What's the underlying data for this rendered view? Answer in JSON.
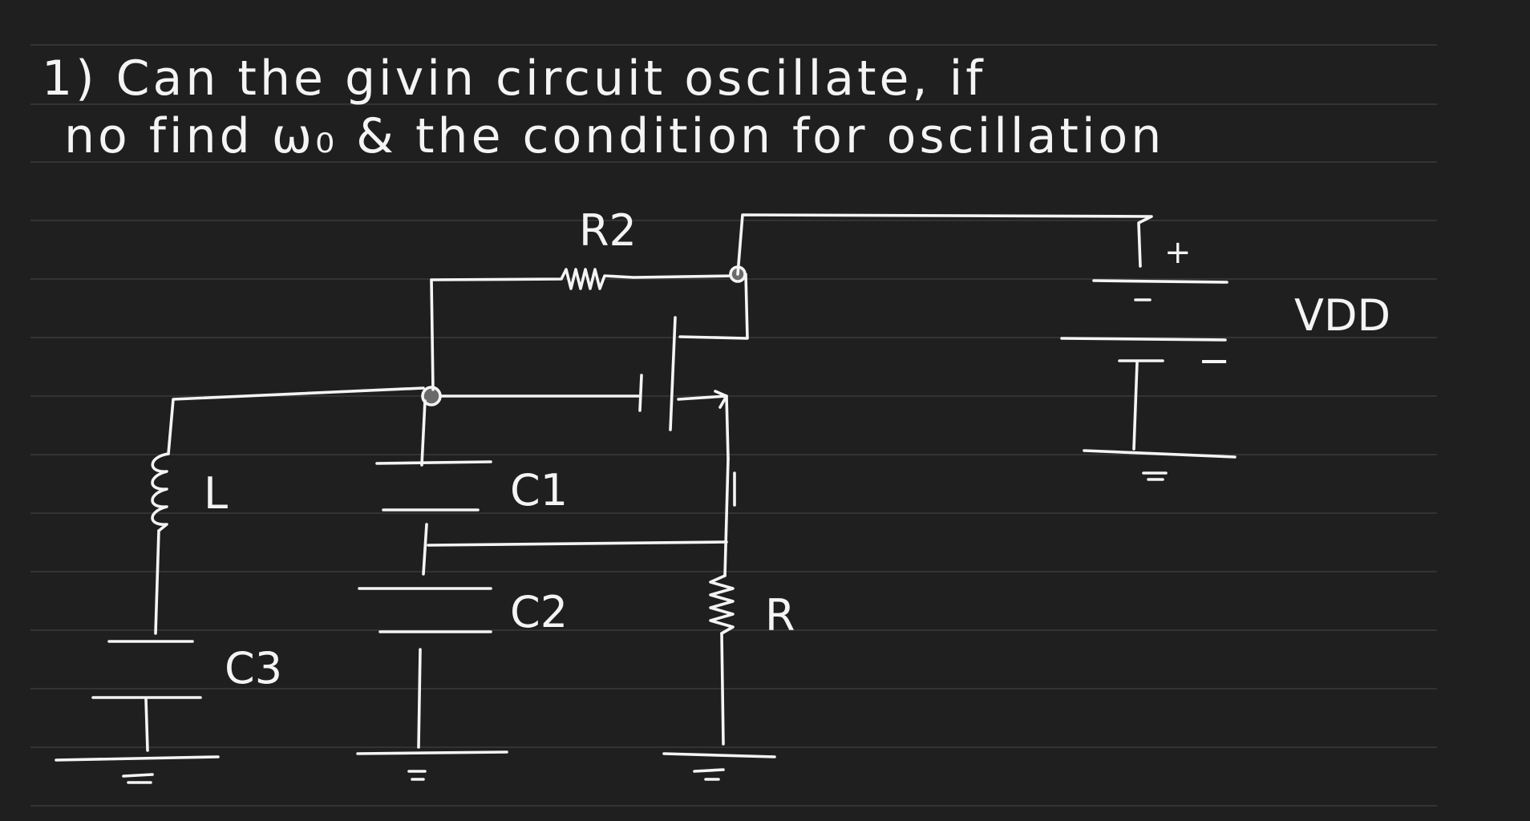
{
  "question": {
    "line1": "1) Can the givin circuit oscillate, if",
    "line2": "no find ω₀ & the condition for oscillation"
  },
  "labels": {
    "r2": "R2",
    "vdd": "VDD",
    "vdd_plus": "+",
    "vdd_minus": "−",
    "l": "L",
    "c1": "C1",
    "c2": "C2",
    "c3": "C3",
    "r": "R"
  },
  "colors": {
    "background": "#1f1f1f",
    "ink": "#f4f4f4",
    "ruled_lines": "#3a3a3a"
  }
}
